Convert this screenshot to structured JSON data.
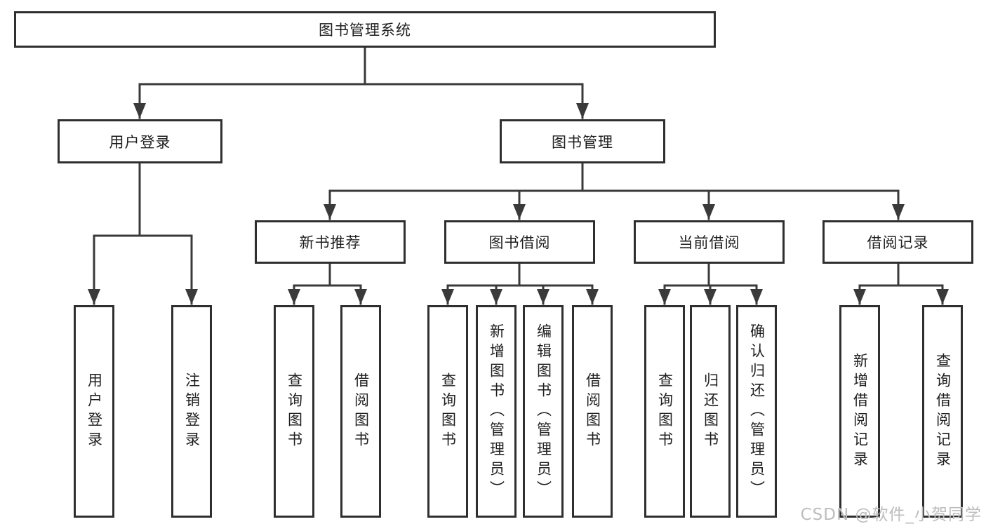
{
  "diagram": {
    "root": {
      "label": "图书管理系统"
    },
    "branches": [
      {
        "label": "用户登录",
        "children": [
          {
            "label": "用户登录"
          },
          {
            "label": "注销登录"
          }
        ]
      },
      {
        "label": "图书管理",
        "children": [
          {
            "label": "新书推荐",
            "children": [
              {
                "label": "查询图书"
              },
              {
                "label": "借阅图书"
              }
            ]
          },
          {
            "label": "图书借阅",
            "children": [
              {
                "label": "查询图书"
              },
              {
                "label": "新增图书（管理员）"
              },
              {
                "label": "编辑图书（管理员）"
              },
              {
                "label": "借阅图书"
              }
            ]
          },
          {
            "label": "当前借阅",
            "children": [
              {
                "label": "查询图书"
              },
              {
                "label": "归还图书"
              },
              {
                "label": "确认归还（管理员）"
              }
            ]
          },
          {
            "label": "借阅记录",
            "children": [
              {
                "label": "新增借阅记录"
              },
              {
                "label": "查询借阅记录"
              }
            ]
          }
        ]
      }
    ]
  },
  "watermark": {
    "text": "CSDN @软件_小贺同学"
  },
  "colors": {
    "line": "#3a3a3a",
    "box_border": "#2f2f2f",
    "box_fill": "#ffffff",
    "text": "#1e1e1e",
    "watermark": "#bdbdbd"
  }
}
